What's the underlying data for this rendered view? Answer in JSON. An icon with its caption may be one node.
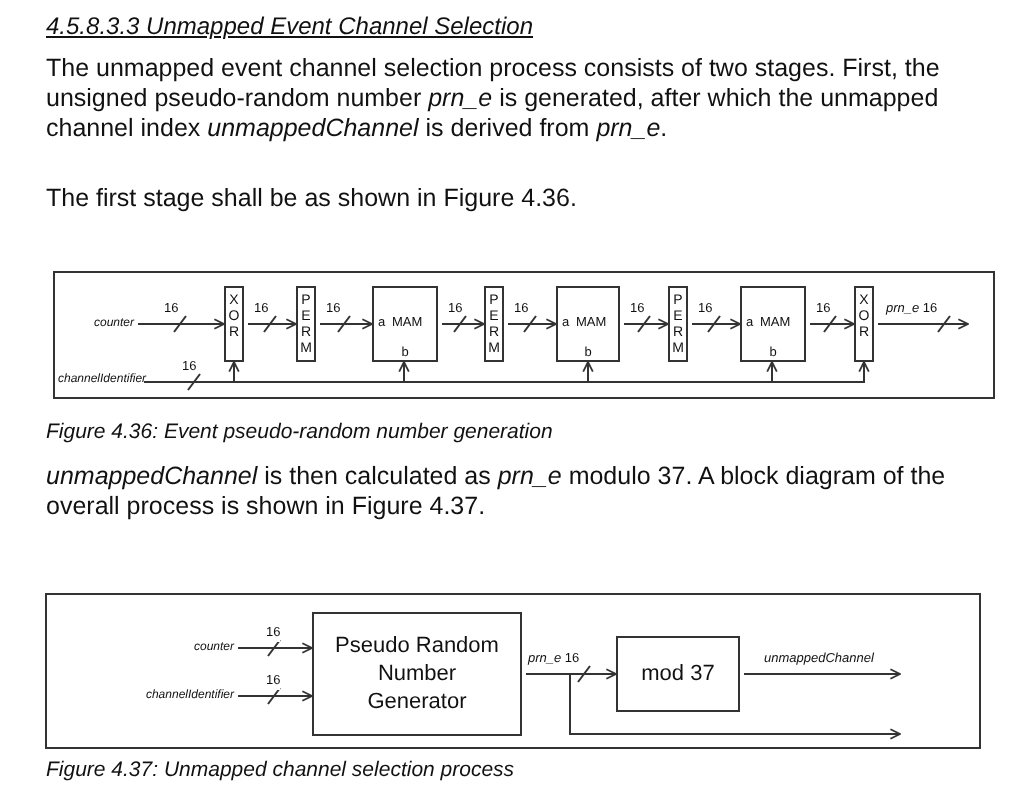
{
  "diagram": {
    "title": "4.5.8.3.3 Unmapped Event Channel Selection",
    "nodes": [
      {
        "text": [
          "counter"
        ]
      },
      {
        "text": [
          "channelIdentifier"
        ]
      },
      {
        "text": [
          "X O R"
        ]
      },
      {
        "text": [
          "P E R M"
        ]
      },
      {
        "text": [
          "a",
          "MAM",
          "b"
        ]
      },
      {
        "text": [
          "P E R M"
        ]
      },
      {
        "text": [
          "a",
          "MAM",
          "b"
        ]
      },
      {
        "text": [
          "P E R M"
        ]
      },
      {
        "text": [
          "a",
          "MAM",
          "b"
        ]
      },
      {
        "text": [
          "X O R"
        ]
      },
      {
        "text": [
          "counter"
        ]
      },
      {
        "text": [
          "channelIdentifier"
        ]
      },
      {
        "text": [
          "Pseudo Random Number Generator"
        ]
      },
      {
        "text": [
          "mod 37"
        ]
      }
    ],
    "edges": [
      {
        "from": 0,
        "to": 2,
        "arrow": "to",
        "label": "16"
      },
      {
        "from": 2,
        "to": 3,
        "arrow": "to",
        "label": "16"
      },
      {
        "from": 3,
        "to": 4,
        "arrow": "to",
        "label": "16"
      },
      {
        "from": 4,
        "to": 5,
        "arrow": "to",
        "label": "16"
      },
      {
        "from": 5,
        "to": 6,
        "arrow": "to",
        "label": "16"
      },
      {
        "from": 6,
        "to": 7,
        "arrow": "to",
        "label": "16"
      },
      {
        "from": 7,
        "to": 8,
        "arrow": "to",
        "label": "16"
      },
      {
        "from": 8,
        "to": 9,
        "arrow": "to",
        "label": "16"
      },
      {
        "from": 9,
        "to": null,
        "arrow": "to",
        "label": "*prn_e* 16"
      },
      {
        "from": 1,
        "to": 2,
        "arrow": "to",
        "label": "16"
      },
      {
        "from": 1,
        "to": 4,
        "arrow": "to"
      },
      {
        "from": 1,
        "to": 6,
        "arrow": "to"
      },
      {
        "from": 1,
        "to": 8,
        "arrow": "to"
      },
      {
        "from": 1,
        "to": 9,
        "arrow": "to"
      },
      {
        "from": 10,
        "to": 12,
        "arrow": "to",
        "label": "16"
      },
      {
        "from": 11,
        "to": 12,
        "arrow": "to",
        "label": "16"
      },
      {
        "from": 12,
        "to": 13,
        "arrow": "to",
        "label": "*prn_e* 16"
      },
      {
        "from": 12,
        "to": null,
        "arrow": "to"
      },
      {
        "from": 13,
        "to": null,
        "arrow": "to",
        "label": "*unmappedChannel*"
      }
    ],
    "labels": [
      "The unmapped event channel selection process consists of two stages. First, the unsigned pseudo-random number *prn_e* is generated, after which the unmapped channel index *unmappedChannel* is derived from *prn_e*.",
      "The first stage shall be as shown in Figure 4.36.",
      "Figure 4.36: Event pseudo-random number generation",
      "*unmappedChannel* is then calculated as *prn_e* modulo 37. A block diagram of the overall process is shown in Figure 4.37.",
      "Figure 4.37: Unmapped channel selection process"
    ]
  }
}
